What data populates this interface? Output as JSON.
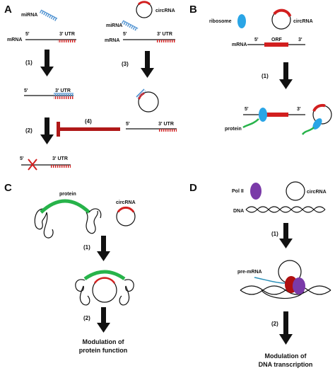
{
  "colors": {
    "mirna": "#4a8fd0",
    "circ_red": "#d21f1f",
    "block_red": "#b01818",
    "ribosome": "#2aa5e6",
    "protein_green": "#27b34a",
    "pol_purple": "#7a3aa8",
    "dark_red": "#b01010",
    "black": "#111111"
  },
  "panels": {
    "A": {
      "letter": "A",
      "mirna": "miRNA",
      "mirna_b": "miRNA",
      "circrna": "circRNA",
      "mrna": "mRNA",
      "mrna_b": "mRNA",
      "five_prime": "5'",
      "three_utr": "3' UTR",
      "step1": "(1)",
      "step2": "(2)",
      "step3": "(3)",
      "step4": "(4)"
    },
    "B": {
      "letter": "B",
      "ribosome": "ribosome",
      "circrna": "circRNA",
      "mrna": "mRNA",
      "five_prime": "5'",
      "orf": "ORF",
      "three_prime": "3'",
      "step1": "(1)",
      "protein": "protein"
    },
    "C": {
      "letter": "C",
      "protein": "protein",
      "circrna": "circRNA",
      "step1": "(1)",
      "step2": "(2)",
      "result_line1": "Modulation of",
      "result_line2": "protein function"
    },
    "D": {
      "letter": "D",
      "pol2": "Pol II",
      "circrna": "circRNA",
      "dna": "DNA",
      "step1": "(1)",
      "premrna": "pre-mRNA",
      "step2": "(2)",
      "result_line1": "Modulation of",
      "result_line2": "DNA transcription"
    }
  }
}
